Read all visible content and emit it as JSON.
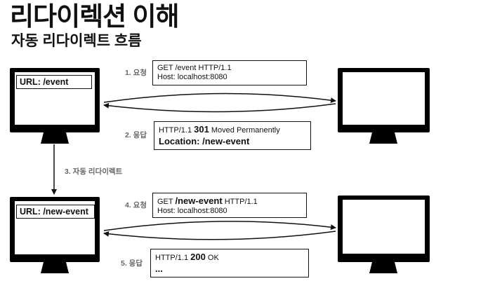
{
  "header": {
    "title": "리다이렉션 이해",
    "subtitle": "자동 리다이렉트 흐름"
  },
  "client_top": {
    "url": "URL: /event"
  },
  "client_bottom": {
    "url": "URL: /new-event"
  },
  "steps": {
    "s1": "1. 요청",
    "s2": "2. 응답",
    "s3": "3. 자동 리다이렉트",
    "s4": "4. 요청",
    "s5": "5. 응답"
  },
  "messages": {
    "req1": {
      "line1": "GET /event HTTP/1.1",
      "line2": "Host: localhost:8080"
    },
    "res1": {
      "prefix": "HTTP/1.1 ",
      "status": "301",
      "suffix": " Moved Permanently",
      "line2": "Location: /new-event"
    },
    "req2": {
      "prefix": "GET ",
      "path": "/new-event",
      "suffix": " HTTP/1.1",
      "line2": "Host: localhost:8080"
    },
    "res2": {
      "prefix": "HTTP/1.1 ",
      "status": "200",
      "suffix": " OK",
      "line2": "..."
    }
  }
}
